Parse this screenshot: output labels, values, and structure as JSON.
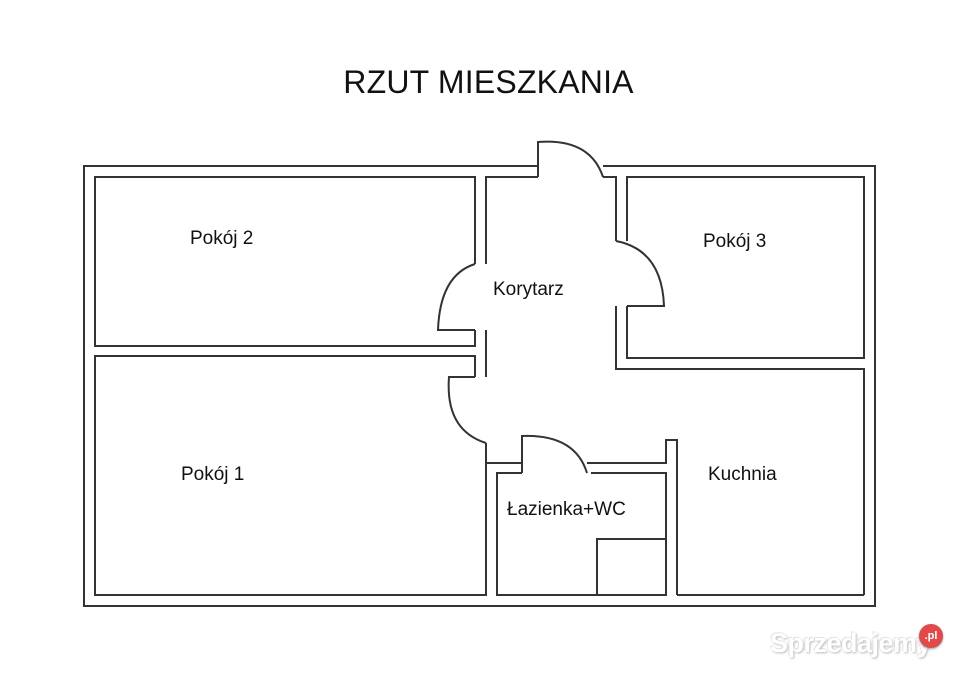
{
  "title": "RZUT MIESZKANIA",
  "rooms": {
    "pokoj2": "Pokój 2",
    "pokoj1": "Pokój 1",
    "korytarz": "Korytarz",
    "pokoj3": "Pokój 3",
    "lazienka": "Łazienka+WC",
    "kuchnia": "Kuchnia"
  },
  "watermark": {
    "text": "Sprzedajemy",
    "badge": ".pl",
    "badge_color": "#e04a4a"
  },
  "colors": {
    "wall": "#333333",
    "background": "#ffffff"
  }
}
